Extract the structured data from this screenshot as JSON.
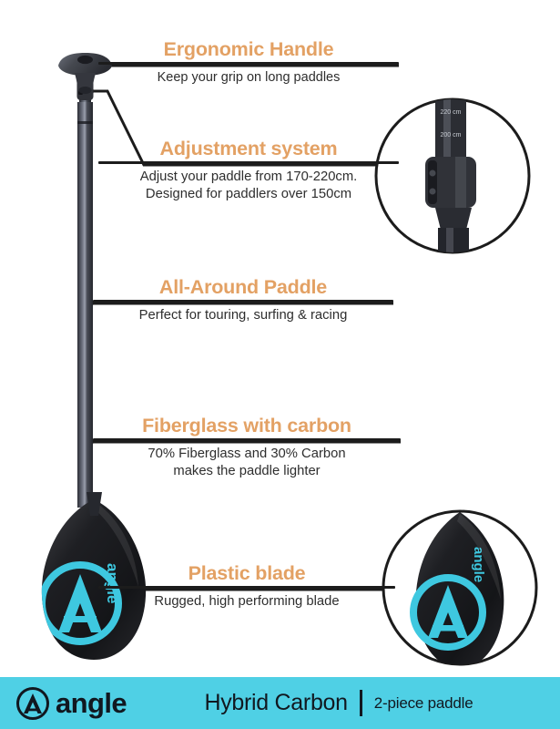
{
  "product": {
    "type": "stand-up-paddle-infographic"
  },
  "callouts": [
    {
      "id": "handle",
      "title": "Ergonomic Handle",
      "body": "Keep your grip on long paddles"
    },
    {
      "id": "adjustment",
      "title": "Adjustment system",
      "body": "Adjust your paddle from 170-220cm.\nDesigned for paddlers over 150cm"
    },
    {
      "id": "all-around",
      "title": "All-Around Paddle",
      "body": "Perfect for touring, surfing & racing"
    },
    {
      "id": "fiberglass",
      "title": "Fiberglass with carbon",
      "body": "70% Fiberglass and 30% Carbon\nmakes the paddle lighter"
    },
    {
      "id": "plastic-blade",
      "title": "Plastic blade",
      "body": "Rugged, high performing blade"
    }
  ],
  "blade": {
    "logo_text": "angle"
  },
  "insets": {
    "adjustment_clamp": {
      "marking_upper": "220 cm",
      "marking_lower": "200 cm"
    },
    "blade_closeup": {
      "logo_text": "angle"
    }
  },
  "banner": {
    "brand": "angle",
    "product": "Hybrid Carbon",
    "separator": "|",
    "subtitle": "2-piece paddle"
  },
  "colors": {
    "accent_orange": "#e3a164",
    "banner_cyan": "#4fd0e5",
    "logo_cyan": "#3ec8e0",
    "ink": "#1c1c1c",
    "body_text": "#2e2e2e",
    "shaft_dark": "#3a3c44"
  }
}
